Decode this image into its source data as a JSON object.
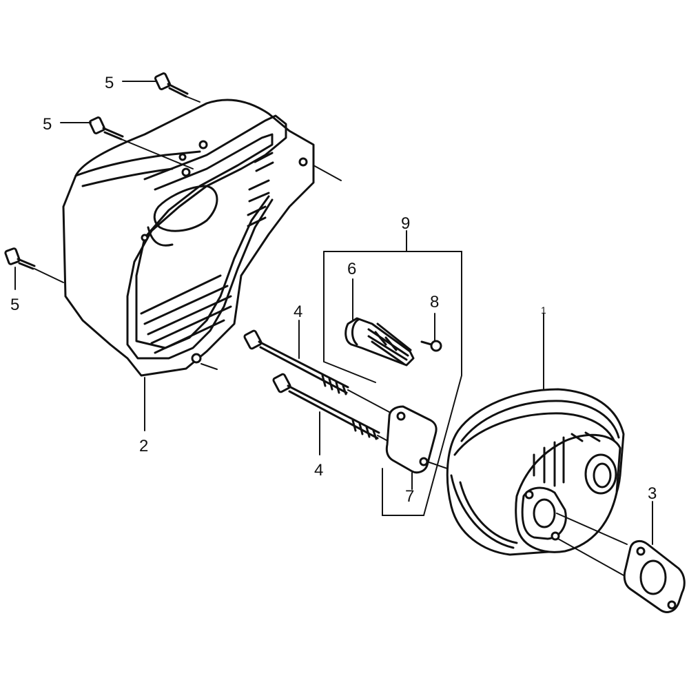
{
  "callouts": {
    "c1": "1",
    "c2": "2",
    "c3": "3",
    "c4a": "4",
    "c4b": "4",
    "c5a": "5",
    "c5b": "5",
    "c5c": "5",
    "c6": "6",
    "c7": "7",
    "c8": "8",
    "c9": "9"
  },
  "colors": {
    "ink": "#111111",
    "paper": "#ffffff"
  }
}
